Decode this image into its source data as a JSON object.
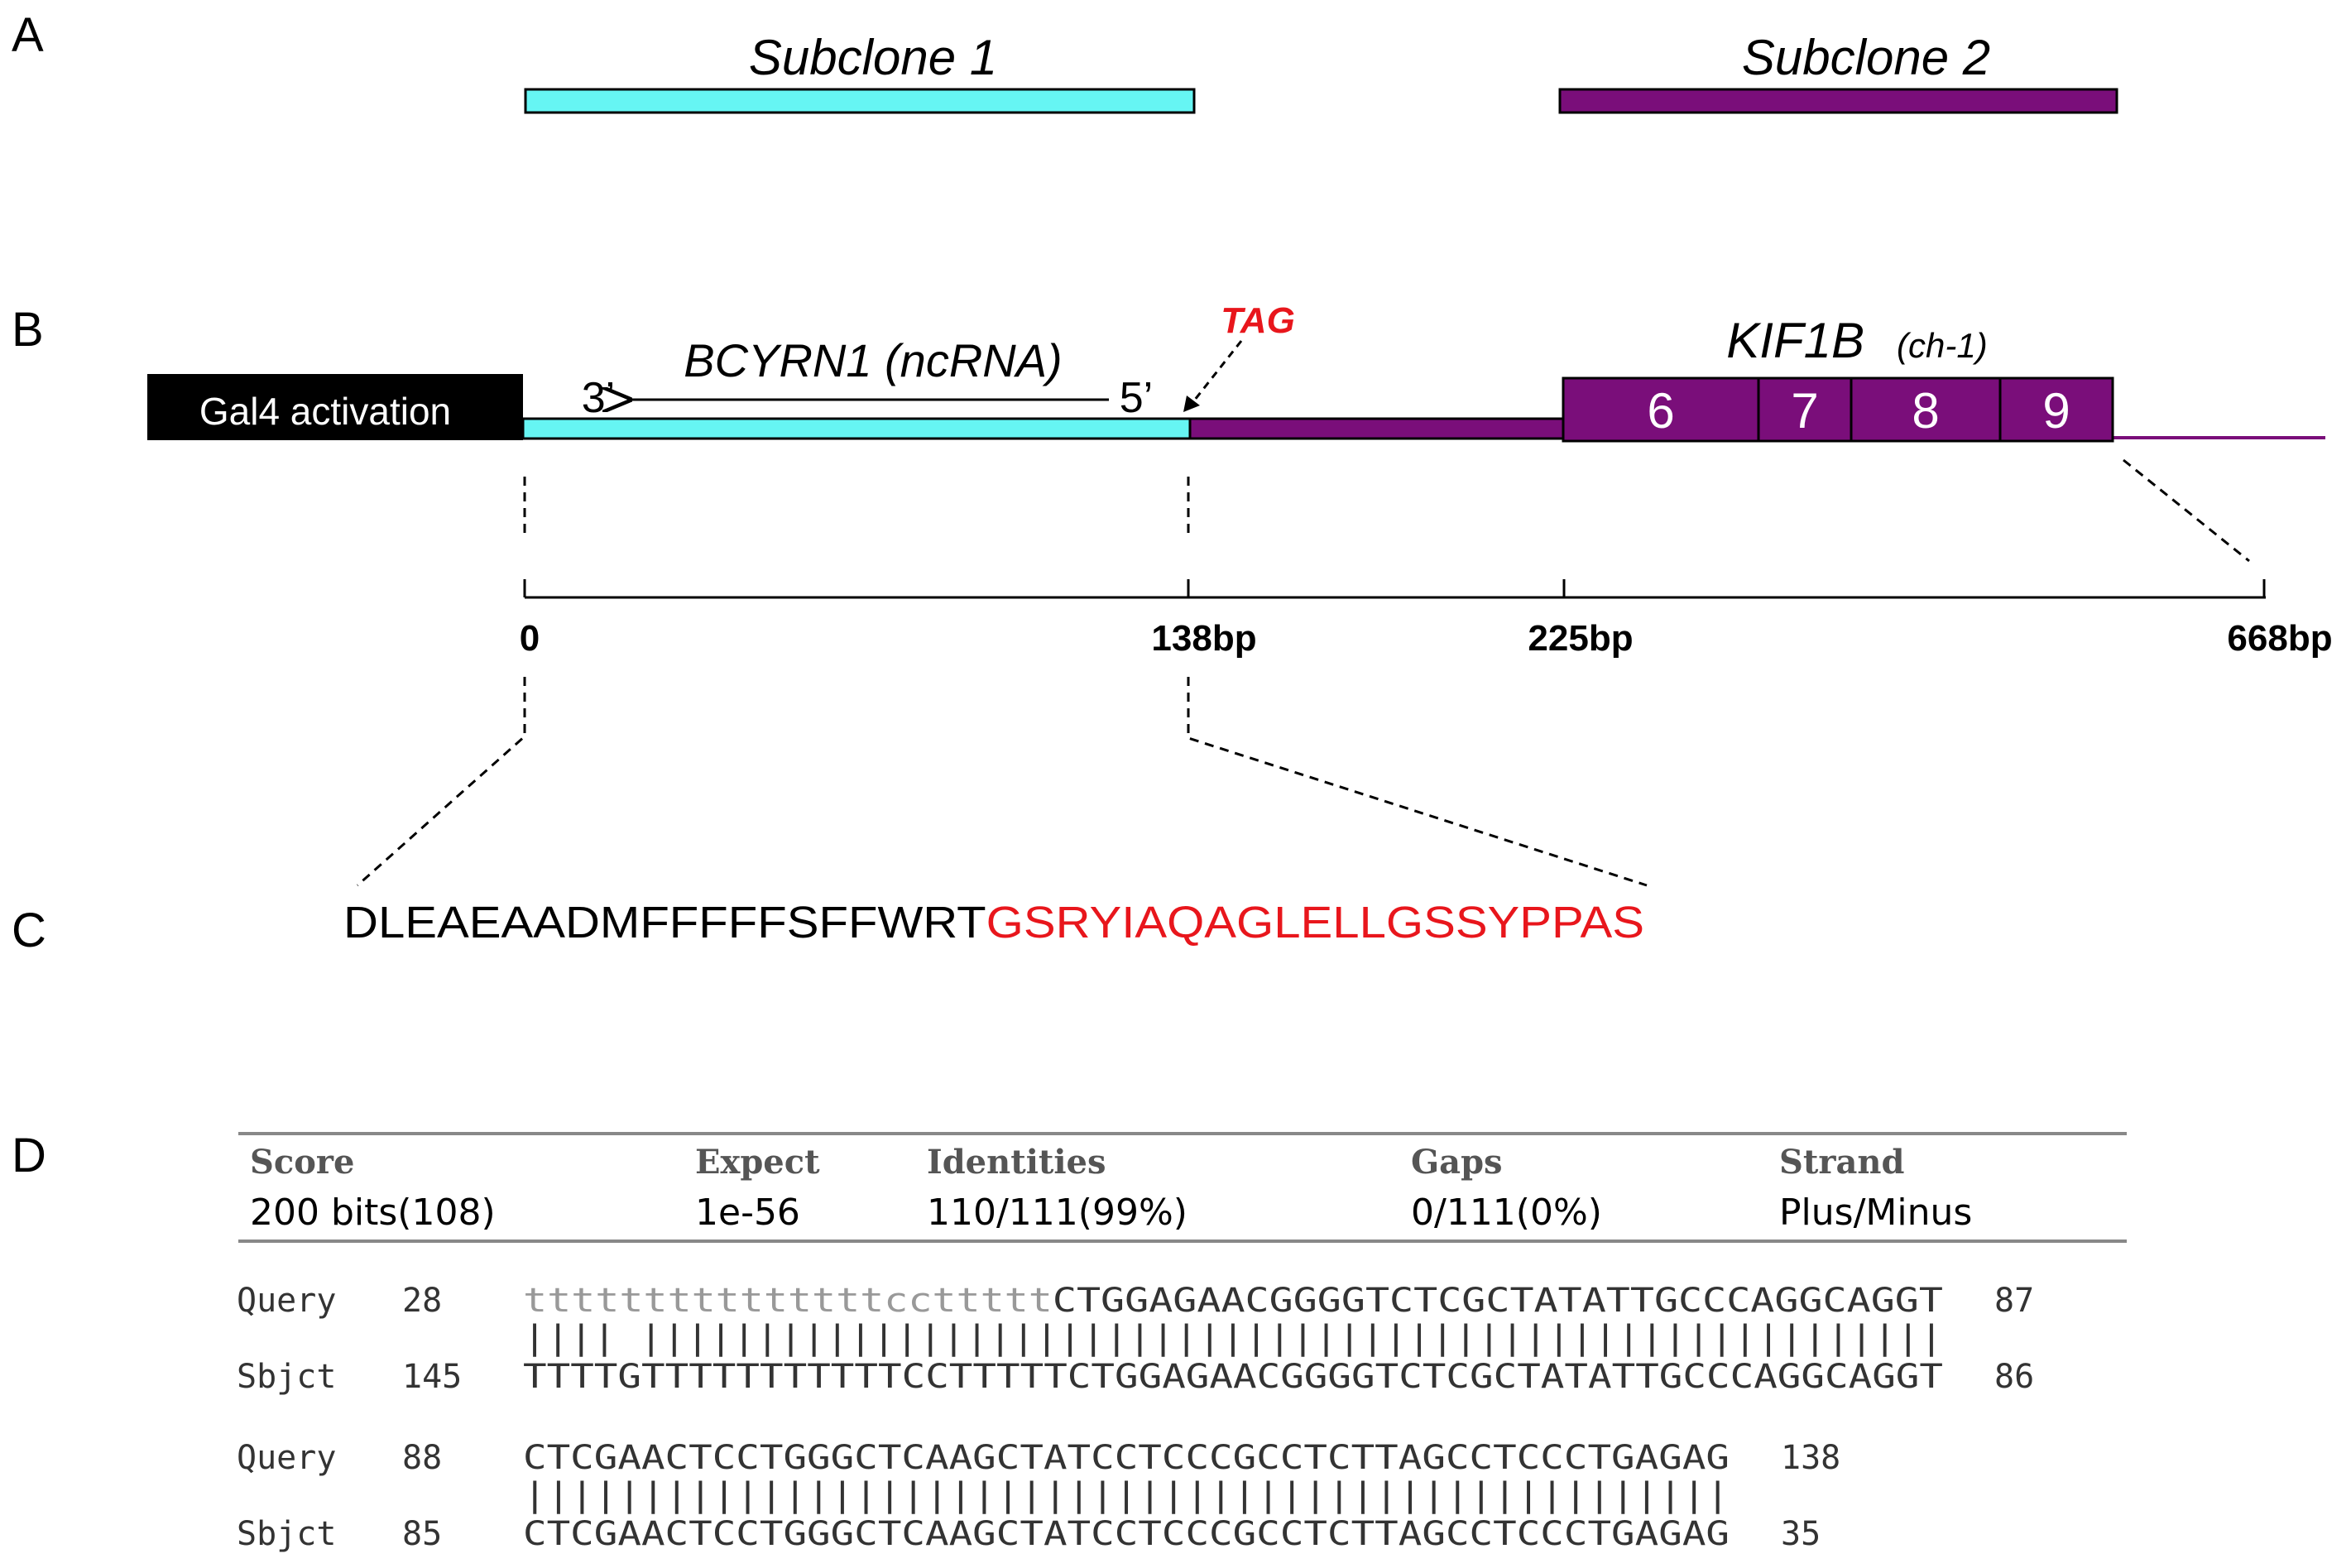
{
  "panels": {
    "a": "A",
    "b": "B",
    "c": "C",
    "d": "D"
  },
  "panel_a": {
    "subclone1": "Subclone 1",
    "subclone2": "Subclone 2"
  },
  "panel_b": {
    "gal4_label": "Gal4 activation",
    "ncrna_label": "BCYRN1 (ncRNA)",
    "three_prime": "3’",
    "five_prime": "5’",
    "tag_label": "TAG",
    "gene_label": "KIF1B",
    "gene_chr": "(ch-1)",
    "exons": [
      "6",
      "7",
      "8",
      "9"
    ],
    "ticks": [
      "0",
      "138bp",
      "225bp",
      "668bp"
    ]
  },
  "panel_c": {
    "seq_black": "DLEAEAADMFFFFFSFFWRT",
    "seq_red": "GSRYIAQAGLELLGSSYPPAS"
  },
  "panel_d": {
    "headers": [
      "Score",
      "Expect",
      "Identities",
      "Gaps",
      "Strand"
    ],
    "values": [
      "200 bits(108)",
      "1e-56",
      "110/111(99%)",
      "0/111(0%)",
      "Plus/Minus"
    ],
    "block1": {
      "query_label": "Query",
      "query_start": "28",
      "query_lower": "tttttttttttttttccttttt",
      "query_upper": "CTGGAGAACGGGGTCTCGCTATATTGCCCAGGCAGGT",
      "query_end": "87",
      "match": "|||| ||||||||||||||||||||||||||||||||||||||||||||||||||||||||",
      "sbjct_label": "Sbjct",
      "sbjct_start": "145",
      "sbjct_seq": "TTTTGTTTTTTTTTTTCCTTTTTCTGGAGAACGGGGTCTCGCTATATTGCCCAGGCAGGT",
      "sbjct_end": "86"
    },
    "block2": {
      "query_label": "Query",
      "query_start": "88",
      "query_seq": "CTCGAACTCCTGGGCTCAAGCTATCCTCCCGCCTCTTAGCCTCCCTGAGAG",
      "query_end": "138",
      "match": "|||||||||||||||||||||||||||||||||||||||||||||||||||",
      "sbjct_label": "Sbjct",
      "sbjct_start": "85",
      "sbjct_seq": "CTCGAACTCCTGGGCTCAAGCTATCCTCCCGCCTCTTAGCCTCCCTGAGAG",
      "sbjct_end": "35"
    }
  },
  "colors": {
    "cyan": "#66f5f3",
    "purple": "#7a0e7a",
    "red": "#e8161c",
    "black": "#000000"
  }
}
